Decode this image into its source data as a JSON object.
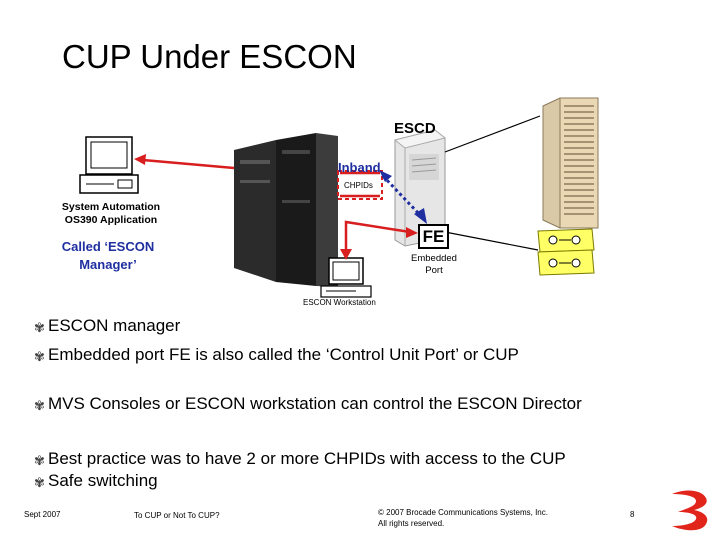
{
  "slide": {
    "title": "CUP Under ESCON"
  },
  "diagram": {
    "escd_label": "ESCD",
    "inband_label": "Inband",
    "chpids_label": "CHPIDs",
    "system_automation_label": "System Automation OS390 Application",
    "called_label": "Called ‘ESCON Manager’",
    "fe_label": "FE",
    "embedded_port_label": "Embedded Port",
    "escon_workstation_label": "ESCON Workstation",
    "connection_color": "#d81e1e",
    "inband_color": "#1f2fa0"
  },
  "bullets": [
    "ESCON  manager",
    "Embedded port FE is also called the ‘Control Unit Port’ or CUP",
    "MVS Consoles or ESCON workstation can control the ESCON Director",
    "Best practice was to have 2 or more CHPIDs with access to the CUP",
    "Safe switching"
  ],
  "footer": {
    "date": "Sept 2007",
    "presentation": "To CUP or Not To CUP?",
    "copyright": "© 2007 Brocade Communications Systems, Inc.",
    "rights": "All rights reserved.",
    "page": "8",
    "logo": "brocade-logo"
  }
}
